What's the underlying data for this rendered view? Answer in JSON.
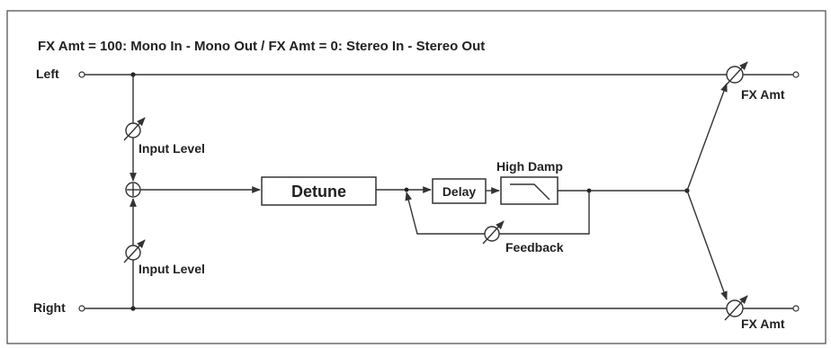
{
  "header": "FX Amt = 100: Mono In - Mono Out  /  FX Amt = 0: Stereo In - Stereo Out",
  "inputs": {
    "left": "Left",
    "right": "Right"
  },
  "controls": {
    "input_level_left": "Input Level",
    "input_level_right": "Input Level",
    "feedback": "Feedback",
    "fx_amt_top": "FX Amt",
    "fx_amt_bottom": "FX Amt"
  },
  "blocks": {
    "detune": "Detune",
    "delay": "Delay",
    "high_damp": "High Damp"
  },
  "colors": {
    "line": "#333333",
    "text": "#222222",
    "frame": "#555555"
  }
}
